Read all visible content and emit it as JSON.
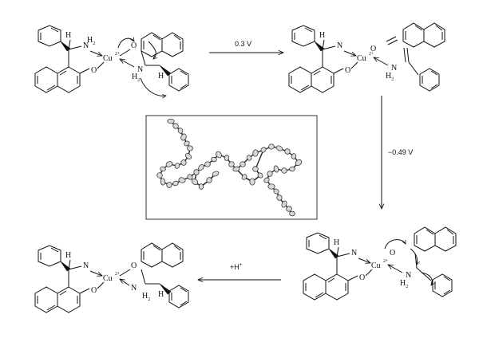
{
  "atoms": {
    "H": "H",
    "N": "N",
    "NH2": "NH",
    "sub2": "2",
    "Cu": "Cu",
    "cu_charge": "2+",
    "O": "O",
    "plus_H": "+H",
    "plus_sign": "+"
  },
  "conditions": {
    "oxidation": "0.3 V",
    "reduction": "−0.49 V",
    "protonation_base": "+H",
    "protonation_sup": "+"
  },
  "colors": {
    "line": "#111111",
    "atom_fill": "#d8d8d8",
    "frame": "#333333"
  }
}
